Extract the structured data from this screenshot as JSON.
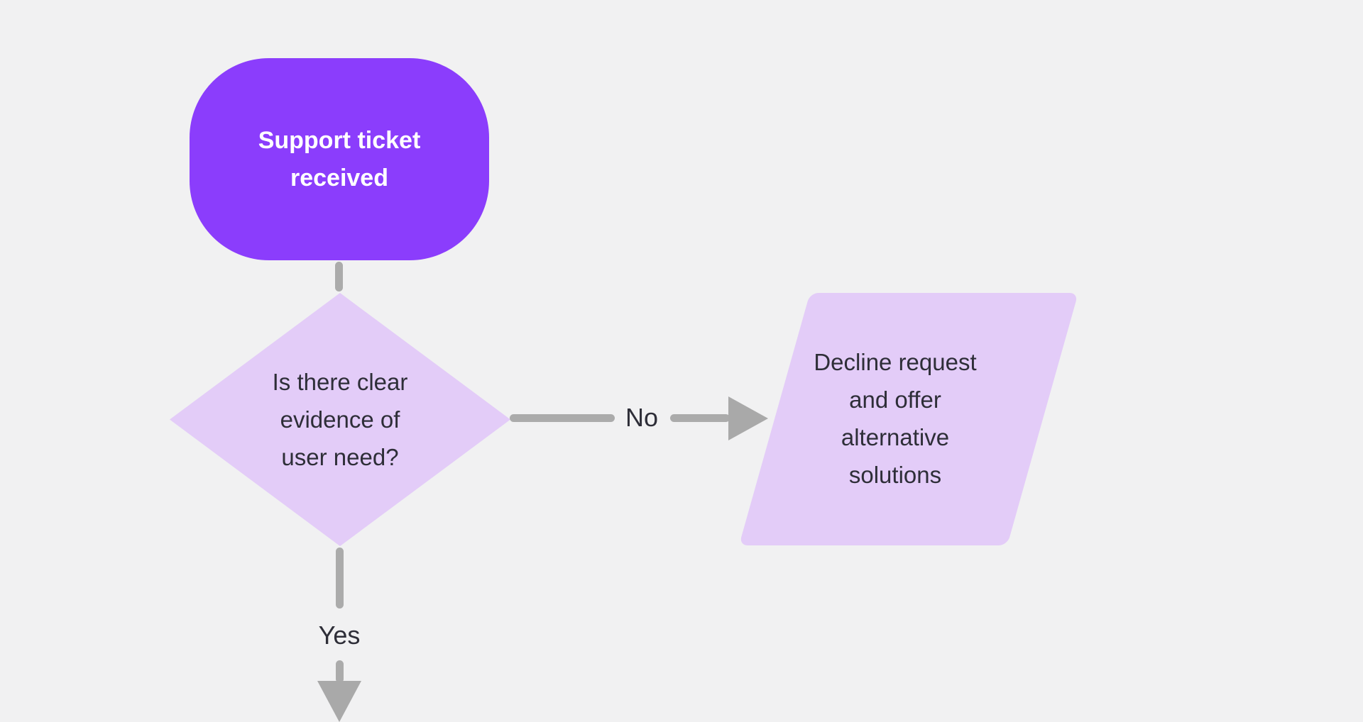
{
  "canvas": {
    "type": "flowchart-whiteboard",
    "background_color": "#f1f1f2"
  },
  "colors": {
    "start_node_fill": "#8b3dfc",
    "secondary_node_fill": "#e3ccf8",
    "connector": "#ababab",
    "arrowhead": "#a9a9a9",
    "text_dark": "#2e2e38",
    "text_light": "#ffffff"
  },
  "flowchart": {
    "nodes": [
      {
        "id": "start",
        "shape": "rounded-rectangle",
        "role": "start",
        "label": "Support ticket\nreceived"
      },
      {
        "id": "decision",
        "shape": "diamond",
        "role": "decision",
        "label": "Is there clear\nevidence of\nuser need?"
      },
      {
        "id": "decline",
        "shape": "parallelogram",
        "role": "output",
        "label": "Decline request\nand offer\nalternative\nsolutions"
      }
    ],
    "edges": [
      {
        "from": "start",
        "to": "decision",
        "label": ""
      },
      {
        "from": "decision",
        "to": "decline",
        "label": "No"
      },
      {
        "from": "decision",
        "to": "offscreen-bottom",
        "label": "Yes"
      }
    ]
  }
}
